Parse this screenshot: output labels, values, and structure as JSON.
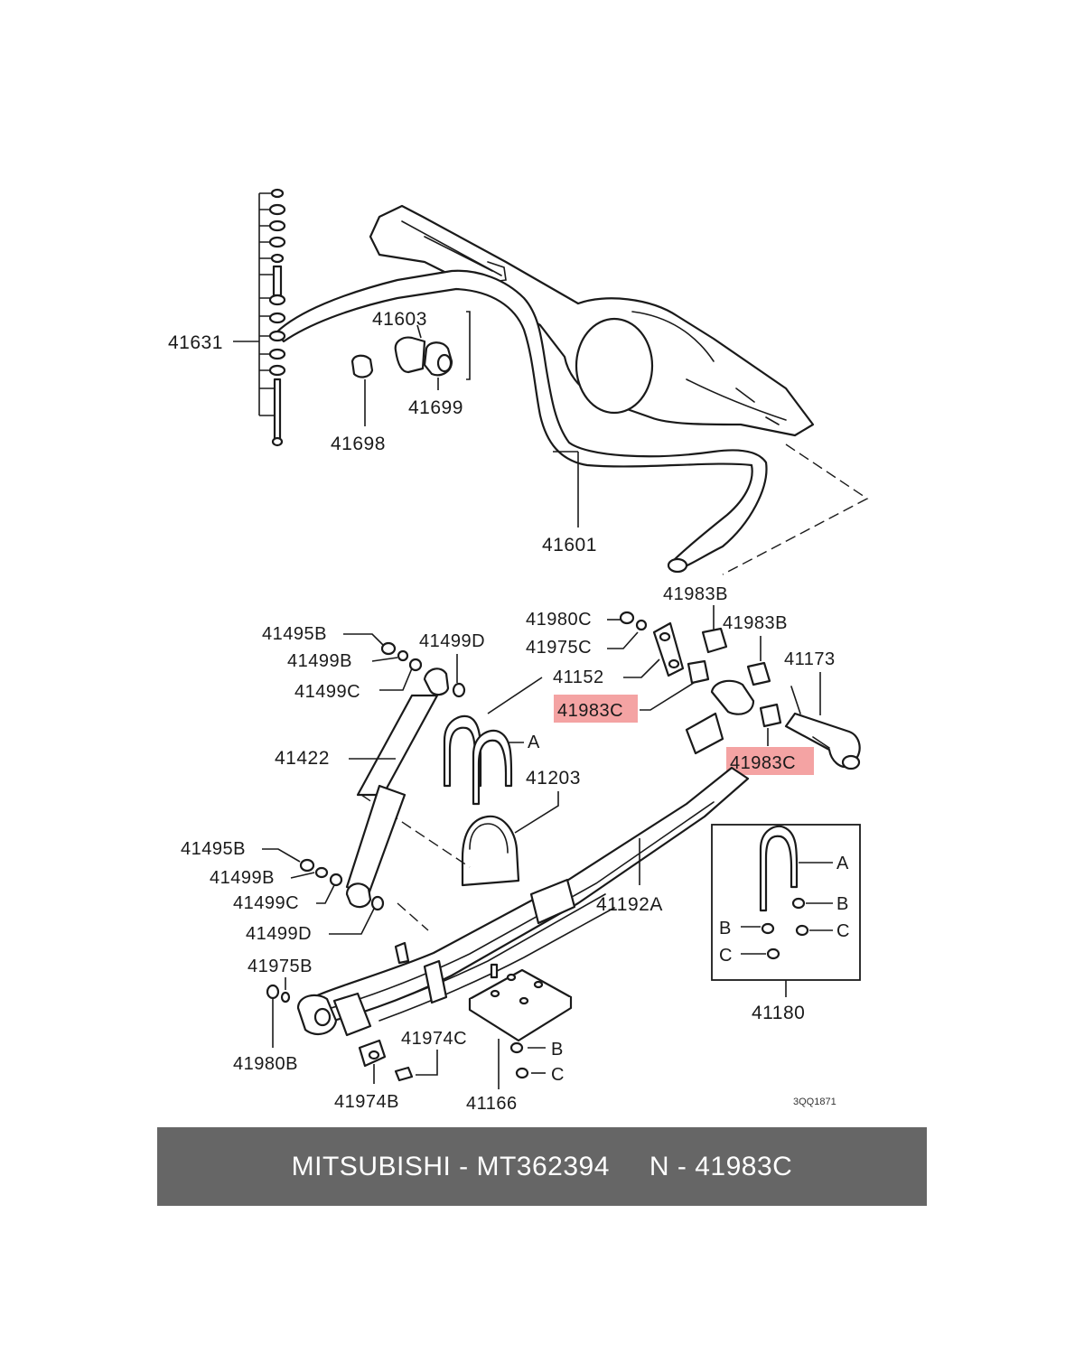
{
  "labels": {
    "p41631": "41631",
    "p41603": "41603",
    "p41699": "41699",
    "p41698": "41698",
    "p41601": "41601",
    "p41983B_a": "41983B",
    "p41983B_b": "41983B",
    "p41980C": "41980C",
    "p41975C": "41975C",
    "p41152": "41152",
    "p41173": "41173",
    "p41983C_a": "41983C",
    "p41983C_b": "41983C",
    "p41495B_a": "41495B",
    "p41499B_a": "41499B",
    "p41499D_a": "41499D",
    "p41499C_a": "41499C",
    "p41422": "41422",
    "p41203": "41203",
    "letter_A_ubolt": "A",
    "p41495B_b": "41495B",
    "p41499B_b": "41499B",
    "p41499C_b": "41499C",
    "p41499D_b": "41499D",
    "p41192A": "41192A",
    "p41975B": "41975B",
    "p41980B": "41980B",
    "p41974C": "41974C",
    "p41974B": "41974B",
    "p41166": "41166",
    "letter_B_plate": "B",
    "letter_C_plate": "C",
    "inset_A": "A",
    "inset_B_right": "B",
    "inset_B_left": "B",
    "inset_C_right": "C",
    "inset_C_left": "C",
    "p41180": "41180",
    "drawing_code": "3QQ1871"
  },
  "highlight_color": "#f4a3a3",
  "footer": {
    "brand_part": "MITSUBISHI - MT362394",
    "ref": "N - 41983C"
  }
}
